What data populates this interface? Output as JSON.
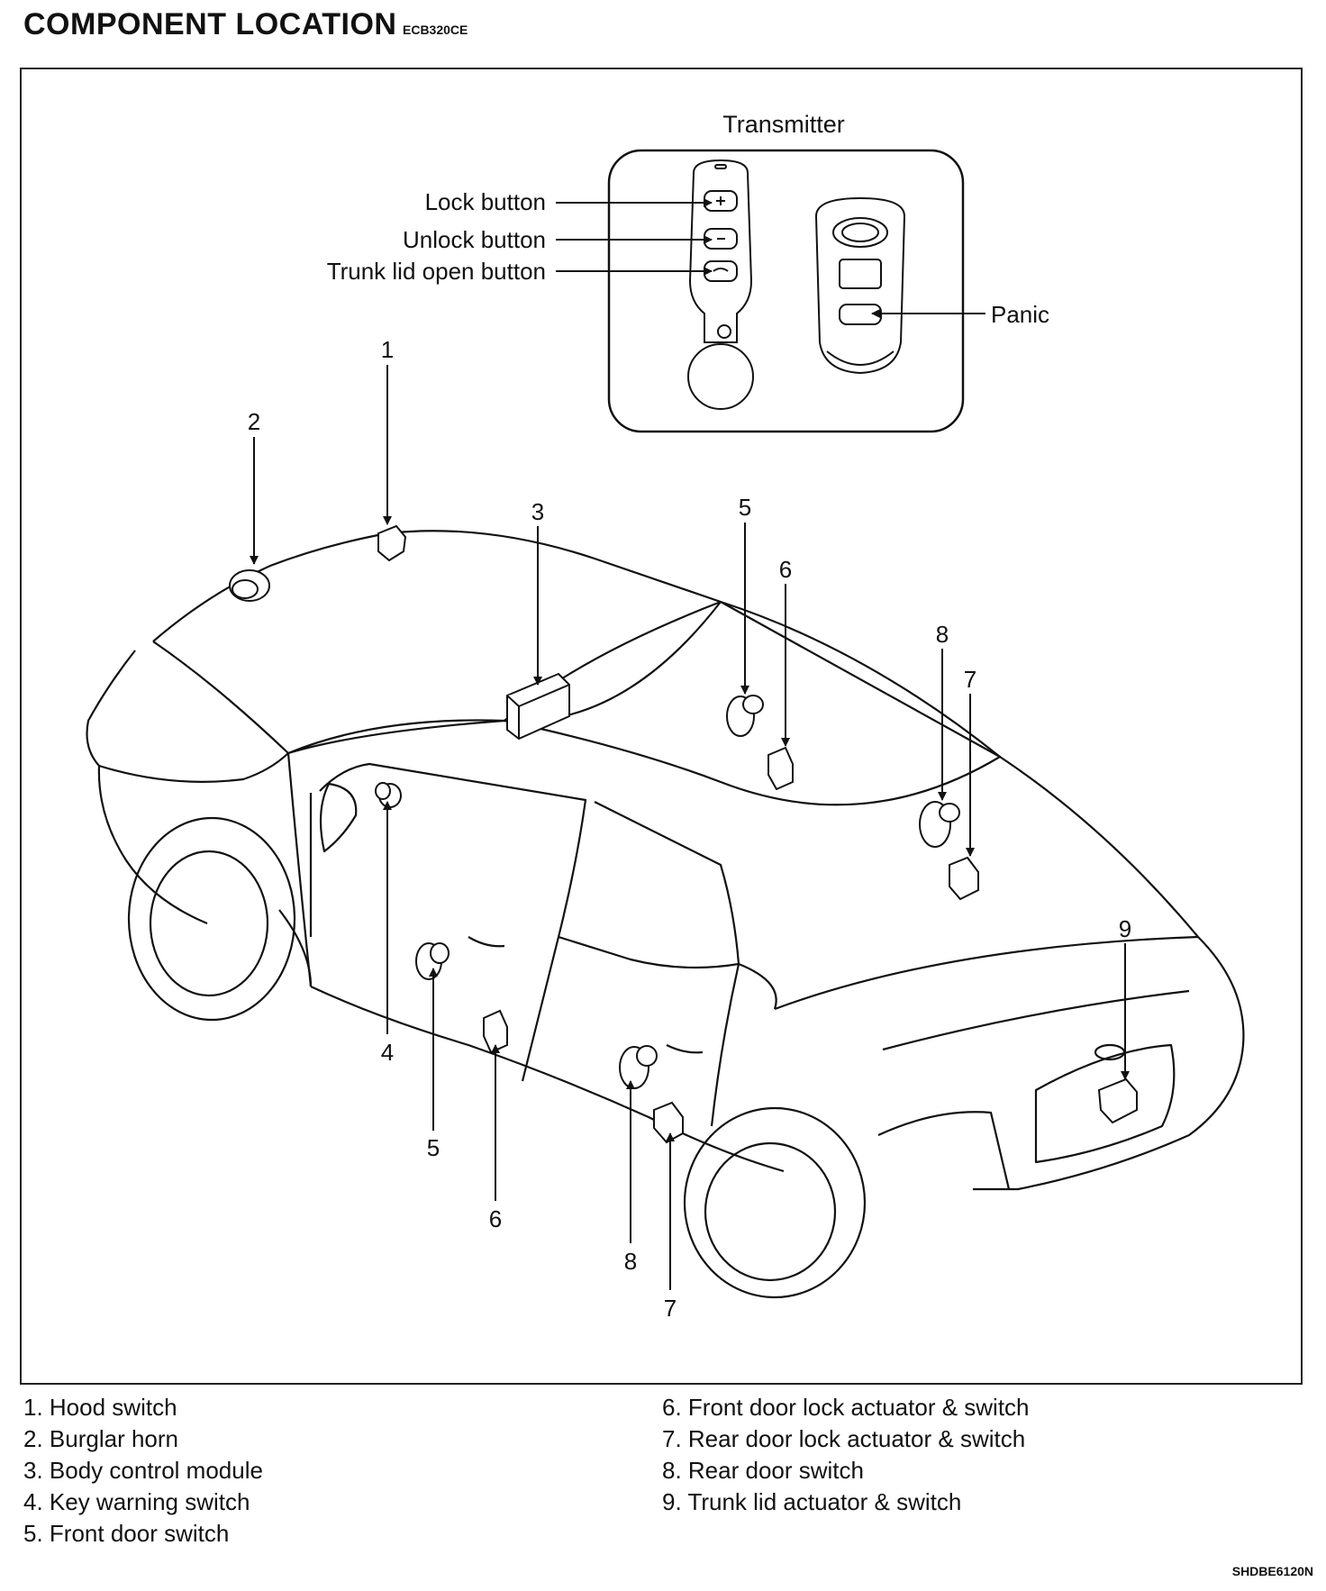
{
  "header": {
    "title": "COMPONENT LOCATION",
    "code": "ECB320CE"
  },
  "transmitter": {
    "title": "Transmitter",
    "lock_label": "Lock button",
    "unlock_label": "Unlock button",
    "trunk_label": "Trunk lid open button",
    "panic_label": "Panic"
  },
  "callouts": {
    "n1": "1",
    "n2": "2",
    "n3": "3",
    "n4": "4",
    "n5": "5",
    "n6": "6",
    "n7": "7",
    "n8": "8",
    "n9": "9"
  },
  "legend": {
    "left": [
      "1. Hood switch",
      "2. Burglar horn",
      "3. Body control module",
      "4. Key warning switch",
      "5. Front door switch"
    ],
    "right": [
      "6. Front door lock actuator & switch",
      "7. Rear door lock actuator & switch",
      "8. Rear door switch",
      "9. Trunk lid actuator & switch"
    ]
  },
  "footer": {
    "code": "SHDBE6120N"
  }
}
